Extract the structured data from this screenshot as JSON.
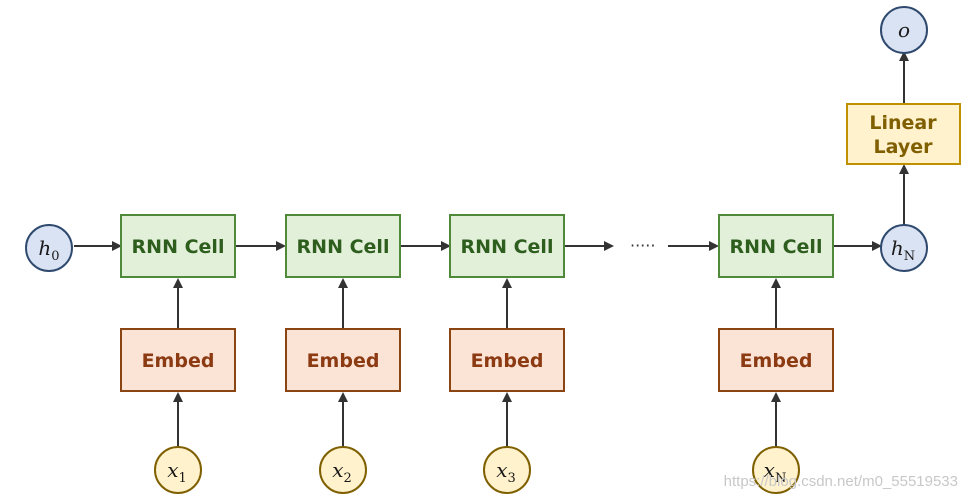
{
  "diagram": {
    "rnn_cell_label": "RNN Cell",
    "embed_label": "Embed",
    "linear_label_line1": "Linear",
    "linear_label_line2": "Layer",
    "h0": {
      "base": "h",
      "sub": "0"
    },
    "hN": {
      "base": "h",
      "sub": "N"
    },
    "output": "o",
    "inputs": [
      {
        "base": "x",
        "sub": "1"
      },
      {
        "base": "x",
        "sub": "2"
      },
      {
        "base": "x",
        "sub": "3"
      },
      {
        "base": "x",
        "sub": "N"
      }
    ],
    "ellipsis": "·····"
  },
  "watermark": "https://blog.csdn.net/m0_55519533"
}
